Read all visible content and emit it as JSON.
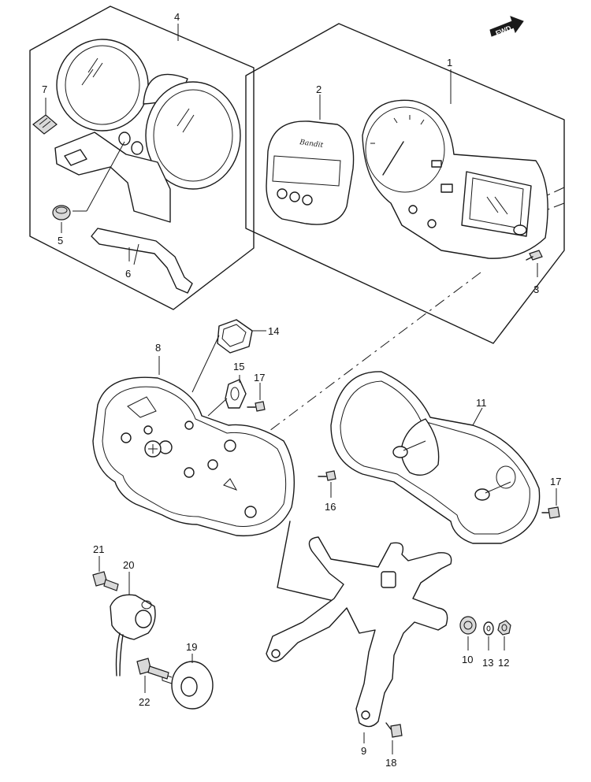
{
  "fwd_label": "FWD",
  "brand_script": "Bandit",
  "callouts": {
    "c1": "1",
    "c2": "2",
    "c3": "3",
    "c4": "4",
    "c5": "5",
    "c6": "6",
    "c7": "7",
    "c8": "8",
    "c9": "9",
    "c10": "10",
    "c11": "11",
    "c12": "12",
    "c13": "13",
    "c14": "14",
    "c15": "15",
    "c16": "16",
    "c17a": "17",
    "c17b": "17",
    "c18": "18",
    "c19": "19",
    "c20": "20",
    "c21": "21",
    "c22": "22"
  }
}
